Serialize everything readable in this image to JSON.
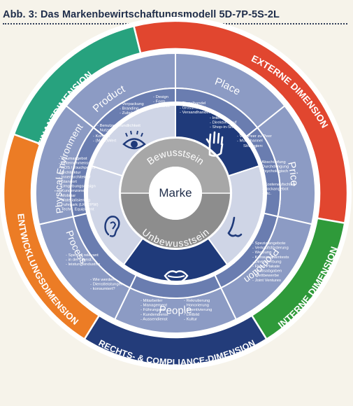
{
  "figure": {
    "title": "Abb. 3: Das Markenbewirtschaftungsmodell 5D-7P-5S-2L"
  },
  "colors": {
    "finanz": "#27a27e",
    "extern": "#e1462f",
    "intern": "#2f9a3a",
    "entwicklung": "#ec7c25",
    "recht": "#233c7a",
    "section_light": "#8c9bc4",
    "section_mid": "#6a7db0",
    "section_dark": "#2e4a8c",
    "inner_dark": "#1f3a7a",
    "inner_light": "#cfd5e6",
    "bewusst_ring": "#a7a7a7",
    "center": "#ffffff"
  },
  "dimensions": [
    {
      "id": "finanz",
      "label": "FINANZDIMENSION"
    },
    {
      "id": "extern",
      "label": "EXTERNE DIMENSION"
    },
    {
      "id": "intern",
      "label": "INTERNE DIMENSION"
    },
    {
      "id": "recht",
      "label": "RECHTS- & COMPLIANCE-DIMENSION"
    },
    {
      "id": "entwicklung",
      "label": "ENTWICKLUNGSDIMENSION"
    }
  ],
  "segments": [
    {
      "id": "product",
      "label": "Product",
      "items": [
        "Verpackung",
        "Branding",
        "Zubehör",
        "Benutzerfreundlichkeit",
        "Nutzen",
        "Komfort",
        "(Mehr)Wert"
      ],
      "items2": [
        "Design",
        "Form",
        "Qualität"
      ]
    },
    {
      "id": "place",
      "label": "Place",
      "items": [
        "Einzelhandel",
        "Grosshandel",
        "Versandhandel"
      ],
      "items2": [
        "Internet",
        "Direktverkauf",
        "Shop-in-Shop"
      ],
      "items3": [
        "Von Peer zu Peer",
        "Multichannel"
      ]
    },
    {
      "id": "price",
      "label": "Price",
      "heading": "Strategien:",
      "items": [
        "Abschöpfung",
        "Durchdringung",
        "Psychologisch"
      ],
      "items2": [
        "Kostenaufschlag",
        "Lockangebot",
        "etc."
      ]
    },
    {
      "id": "promotion",
      "label": "Promotion",
      "items": [
        "Spezialangebote",
        "Verkaufsförderung",
        "Werbung",
        "Konsumententests",
        "Direktwerbung",
        "Flyer, Plakate",
        "Gratisabgaben",
        "Wettbewerbe",
        "Joint Ventures"
      ]
    },
    {
      "id": "people",
      "label": "People",
      "items": [
        "Mitarbeiter",
        "Management",
        "Führungsstil",
        "Kundendienst",
        "Aussendienst"
      ],
      "items2": [
        "Rekrutierung",
        "Honorierung",
        "Incentivierung",
        "Leitbild",
        "Kultur"
      ]
    },
    {
      "id": "process",
      "label": "Process",
      "items": [
        "Speziell relevant",
        "in der Dienst-",
        "leistungsindustrie"
      ],
      "items2": [
        "Wie werden",
        "Dienstleistungen",
        "konsumiert?"
      ]
    },
    {
      "id": "physical",
      "label": "Physical Environment",
      "items": [
        "Raumangebot",
        "Unternehmenssitz",
        "POS / Touchpoints",
        "Architektur",
        "Innenarchitektur",
        "Standort",
        "Umgebungsdesign",
        "Kundenzonen",
        "Mobiliar",
        "Materialisierung",
        "Fuhrpark (LKW/PW)",
        "Techn. Equipment"
      ]
    }
  ],
  "inner": {
    "bewusstsein": "Bewusstsein",
    "unbewusstsein": "Unbewusstsein",
    "center": "Marke",
    "senses": [
      {
        "id": "sight",
        "icon": "eye-icon"
      },
      {
        "id": "touch",
        "icon": "hand-icon"
      },
      {
        "id": "smell",
        "icon": "nose-icon"
      },
      {
        "id": "taste",
        "icon": "lips-icon"
      },
      {
        "id": "hearing",
        "icon": "ear-icon"
      }
    ]
  }
}
